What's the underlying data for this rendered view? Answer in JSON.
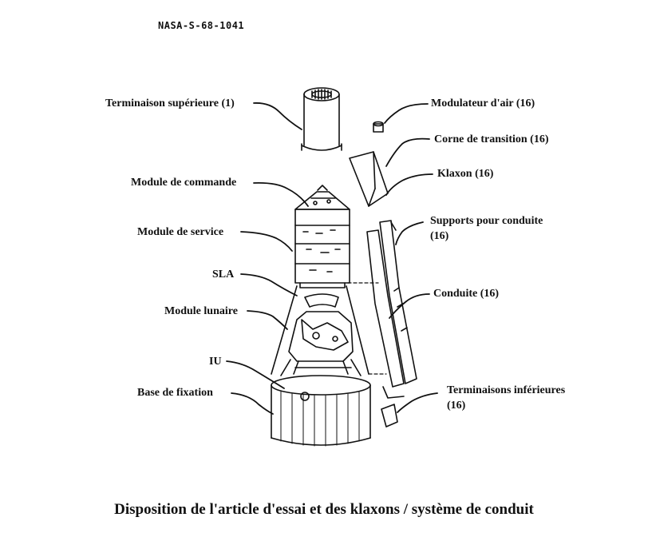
{
  "figure_ref": "NASA-S-68-1041",
  "labels": {
    "upper_termination": "Terminaison supérieure (1)",
    "command_module": "Module de commande",
    "service_module": "Module de service",
    "sla": "SLA",
    "lunar_module": "Module lunaire",
    "iu": "IU",
    "mounting_base": "Base de fixation",
    "air_modulator": "Modulateur d'air (16)",
    "transition_horn": "Corne de transition (16)",
    "horn": "Klaxon (16)",
    "conduit_supports_line1": "Supports pour conduite",
    "conduit_supports_line2": "(16)",
    "conduit": "Conduite (16)",
    "lower_terminations_line1": "Terminaisons inférieures",
    "lower_terminations_line2": "(16)"
  },
  "caption": "Disposition de l'article d'essai et des klaxons / système de conduit"
}
